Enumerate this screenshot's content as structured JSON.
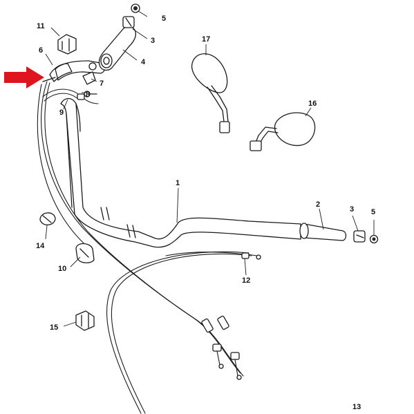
{
  "callouts": {
    "c1": "1",
    "c2": "2",
    "c3a": "3",
    "c3b": "3",
    "c4": "4",
    "c5a": "5",
    "c5b": "5",
    "c6": "6",
    "c7": "7",
    "c8": "8",
    "c9": "9",
    "c10": "10",
    "c11": "11",
    "c12": "12",
    "c13": "13",
    "c14": "14",
    "c15": "15",
    "c16": "16",
    "c17": "17"
  },
  "colors": {
    "arrow": "#e0141e",
    "line": "#1a1a1a",
    "background": "#ffffff"
  }
}
